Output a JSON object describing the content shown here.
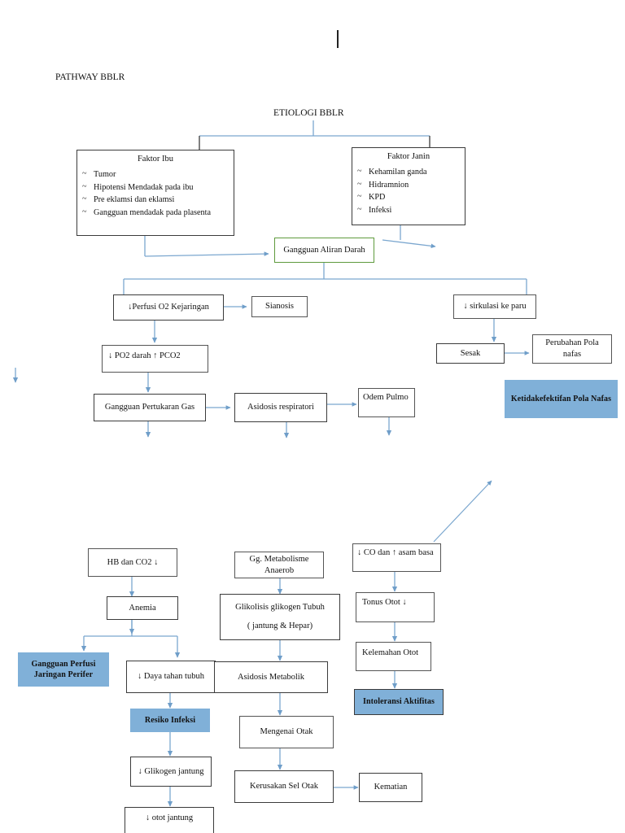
{
  "document": {
    "title": "PATHWAY BBLR",
    "root_label": "ETIOLOGI BBLR",
    "caret_marker": "|"
  },
  "groups": {
    "faktor_ibu": {
      "title": "Faktor Ibu",
      "items": [
        "Tumor",
        "Hipotensi Mendadak pada ibu",
        "Pre eklamsi dan eklamsi",
        "Gangguan mendadak pada plasenta"
      ]
    },
    "faktor_janin": {
      "title": "Faktor Janin",
      "items": [
        "Kehamilan ganda",
        "Hidramnion",
        "KPD",
        "Infeksi"
      ]
    }
  },
  "nodes": {
    "gangguan_aliran_darah": "Gangguan Aliran Darah",
    "perfusi_o2": "↓Perfusi O2 Kejaringan",
    "sianosis": "Sianosis",
    "po2_pco2": "↓ PO2 darah ↑ PCO2",
    "gangguan_pertukaran_gas": "Gangguan Pertukaran Gas",
    "asidosis_respiratori": "Asidosis respiratori",
    "odem_pulmo": "Odem Pulmo",
    "sirkulasi_ke_paru": "↓ sirkulasi ke paru",
    "sesak": "Sesak",
    "perubahan_pola_nafas": "Perubahan Pola nafas",
    "ketidakefektifan_pola_nafas": "Ketidakefektifan Pola Nafas",
    "hb_dan_co2": "HB dan CO2 ↓",
    "anemia": "Anemia",
    "gangguan_perfusi_jaringan_perifer": "Gangguan Perfusi Jaringan Perifer",
    "daya_tahan_tubuh": "↓ Daya tahan tubuh",
    "resiko_infeksi": "Resiko Infeksi",
    "glikogen_jantung": "↓ Glikogen jantung",
    "otot_jantung": "↓ otot jantung",
    "gg_metabolisme_anaerob": "Gg. Metabolisme Anaerob",
    "glikolisis_glikogen": "Glikolisis glikogen Tubuh ( jantung & Hepar)",
    "glikolisis_line1": "Glikolisis glikogen Tubuh",
    "glikolisis_line2": "( jantung & Hepar)",
    "asidosis_metabolik": "Asidosis Metabolik",
    "mengenai_otak": "Mengenai Otak",
    "kerusakan_sel_otak": "Kerusakan Sel Otak",
    "kematian": "Kematian",
    "co_asam_basa": "↓ CO  dan ↑ asam basa",
    "tonus_otot": "Tonus Otot ↓",
    "kelemahan_otot": "Kelemahan Otot",
    "intoleransi_aktifitas": "Intoleransi Aktifitas"
  },
  "colors": {
    "highlight_fill": "#80b0d8",
    "connector": "#7ba7cf",
    "box_border": "#3b3b3b",
    "green_border": "#5f9a3d",
    "text": "#111111",
    "page_background": "#ffffff"
  }
}
